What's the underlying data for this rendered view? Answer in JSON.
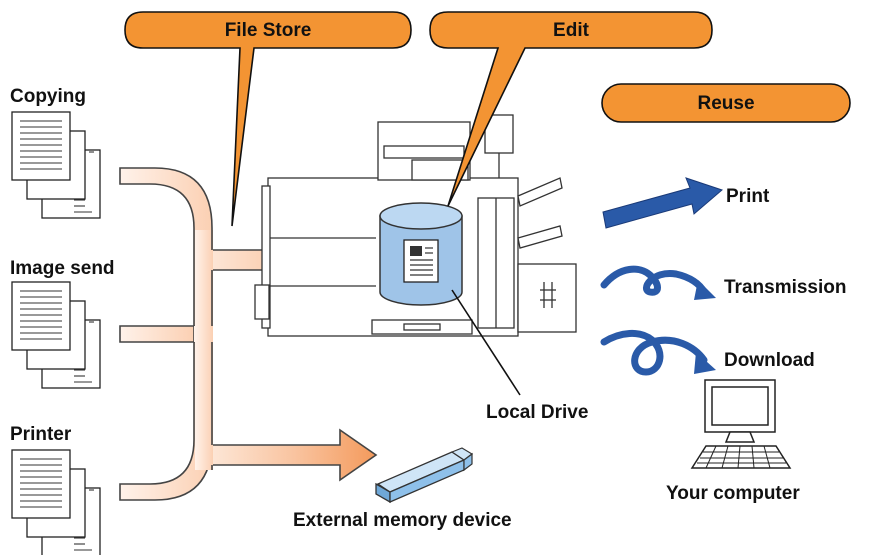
{
  "colors": {
    "callout_fill": "#f39433",
    "callout_stroke": "#111111",
    "cylinder_fill": "#9fc4e8",
    "arrow_fill": "#f7a86a",
    "blue_arrow": "#2a5aa8",
    "usb_fill": "#8ec0ea"
  },
  "callouts": {
    "file_store": "File Store",
    "edit": "Edit",
    "reuse": "Reuse"
  },
  "sources": {
    "copying": "Copying",
    "image_send": "Image send",
    "printer": "Printer"
  },
  "actions": {
    "print": "Print",
    "transmission": "Transmission",
    "download": "Download"
  },
  "labels": {
    "local_drive": "Local Drive",
    "external_memory": "External memory device",
    "your_computer": "Your computer"
  },
  "icons": {
    "document_stack": "document-stack-icon",
    "mfp": "multifunction-printer-icon",
    "cylinder": "local-drive-cylinder-icon",
    "usb": "usb-stick-icon",
    "computer": "desktop-computer-icon"
  }
}
